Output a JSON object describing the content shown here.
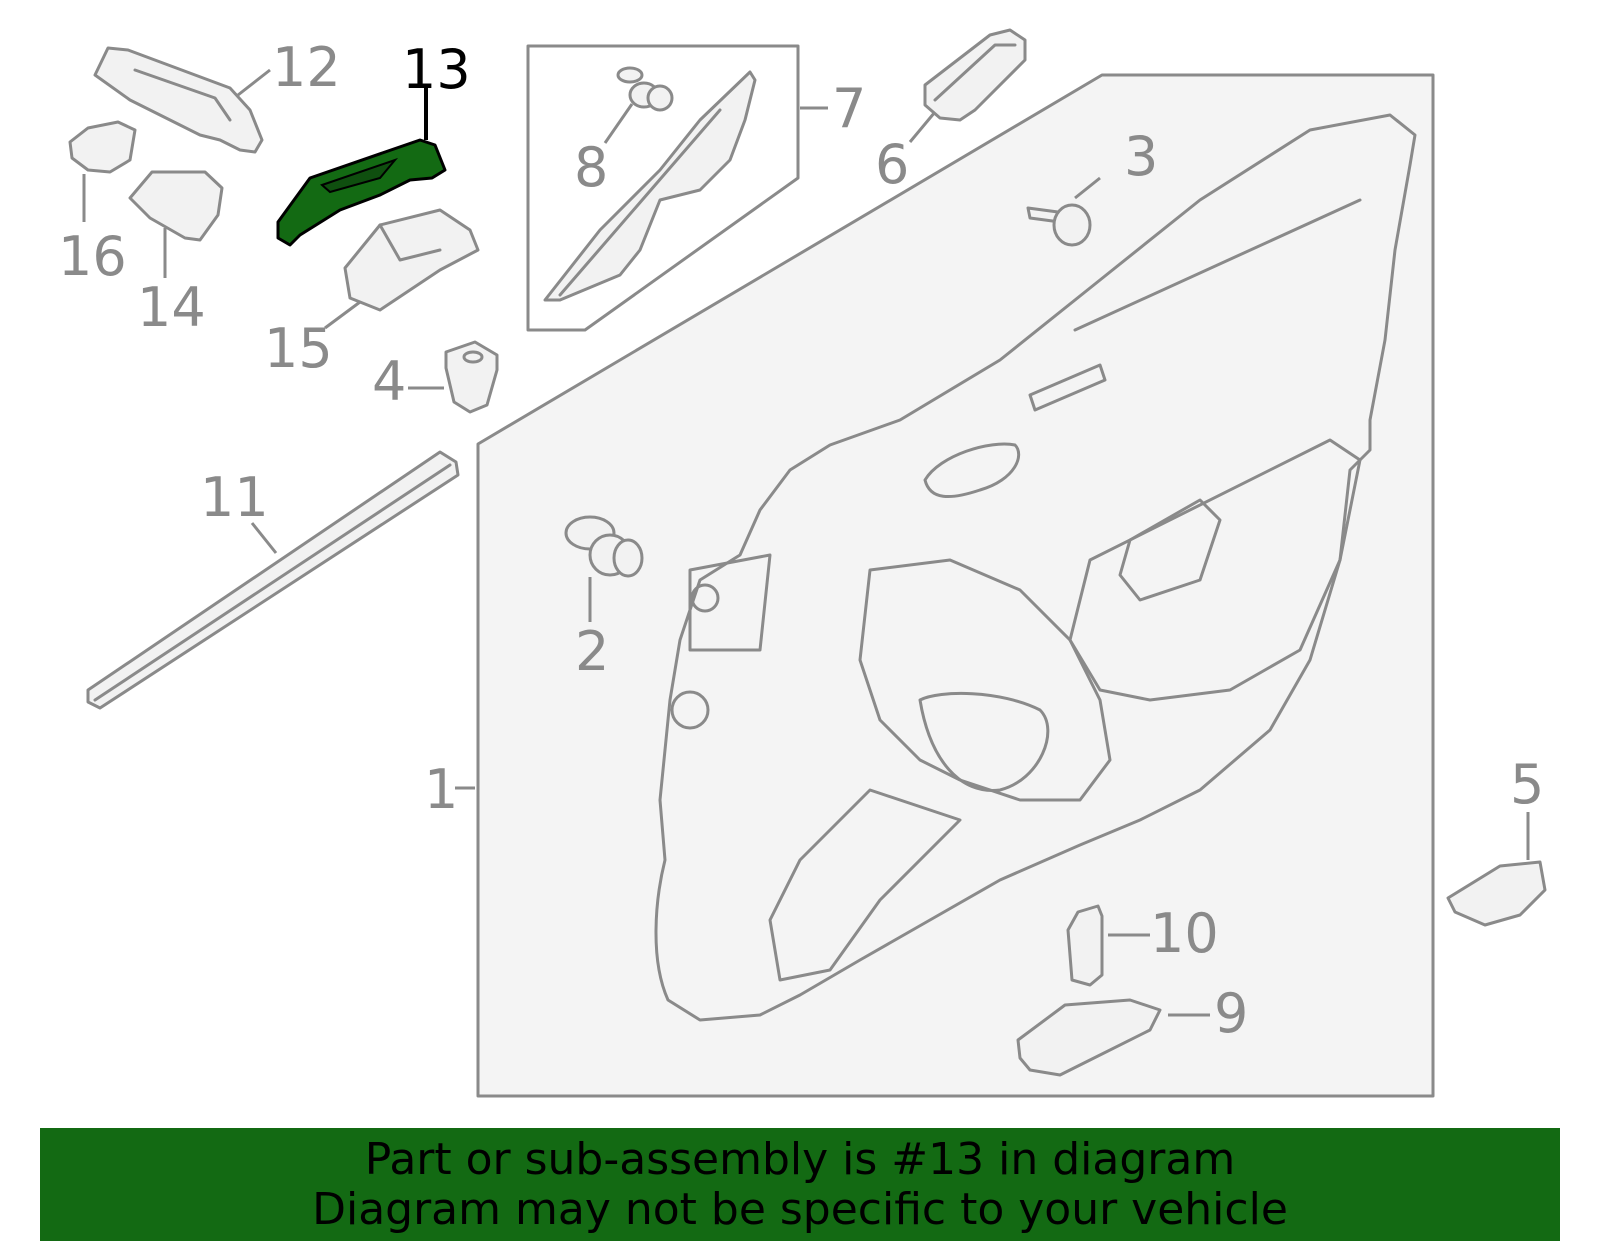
{
  "diagram": {
    "callouts": [
      {
        "id": "1",
        "label": "1"
      },
      {
        "id": "2",
        "label": "2"
      },
      {
        "id": "3",
        "label": "3"
      },
      {
        "id": "4",
        "label": "4"
      },
      {
        "id": "5",
        "label": "5"
      },
      {
        "id": "6",
        "label": "6"
      },
      {
        "id": "7",
        "label": "7"
      },
      {
        "id": "8",
        "label": "8"
      },
      {
        "id": "9",
        "label": "9"
      },
      {
        "id": "10",
        "label": "10"
      },
      {
        "id": "11",
        "label": "11"
      },
      {
        "id": "12",
        "label": "12"
      },
      {
        "id": "13",
        "label": "13"
      },
      {
        "id": "14",
        "label": "14"
      },
      {
        "id": "15",
        "label": "15"
      },
      {
        "id": "16",
        "label": "16"
      }
    ],
    "highlighted_part": "13",
    "colors": {
      "highlight_fill": "#136a13",
      "line_gray": "#8a8a8a",
      "part_fill": "#f2f2f2",
      "banner_bg": "#136a13"
    }
  },
  "banner": {
    "line1": "Part or sub-assembly is #13 in diagram",
    "line2": "Diagram may not be specific to your vehicle"
  }
}
